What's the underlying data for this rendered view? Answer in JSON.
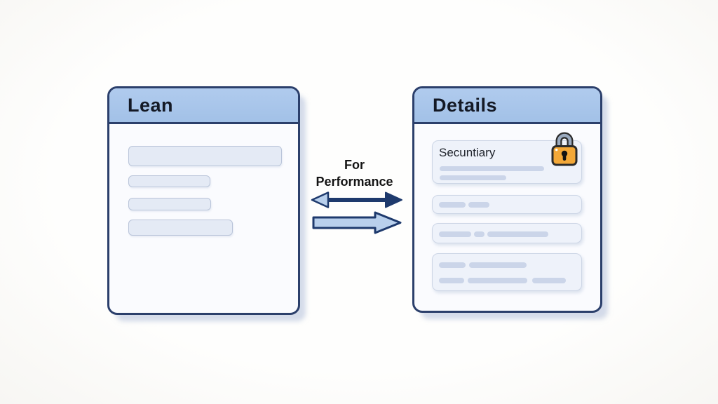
{
  "diagram": {
    "left_panel": {
      "title": "Lean",
      "placeholder_bar_count": 4
    },
    "connector": {
      "label_line1": "For",
      "label_line2": "Performance",
      "arrows": [
        "bidirectional-arrow",
        "right-arrow"
      ]
    },
    "right_panel": {
      "title": "Details",
      "locked_card": {
        "label": "Secuntiary",
        "icon": "lock-icon"
      },
      "detail_card_count": 4
    }
  },
  "colors": {
    "panel_header_blue": "#a8c4e9",
    "panel_border_navy": "#2b3f6b",
    "panel_body": "#fafbfe",
    "arrow_dark": "#1e3a6d",
    "arrow_light_fill": "#b9d0ec",
    "lock_body_orange": "#f3a838",
    "lock_shackle_gray": "#9aaabf",
    "left_bar_fill": "#e4eaf5",
    "right_bar_fill": "#cbd5e9",
    "card_fill": "#eef2fa"
  }
}
